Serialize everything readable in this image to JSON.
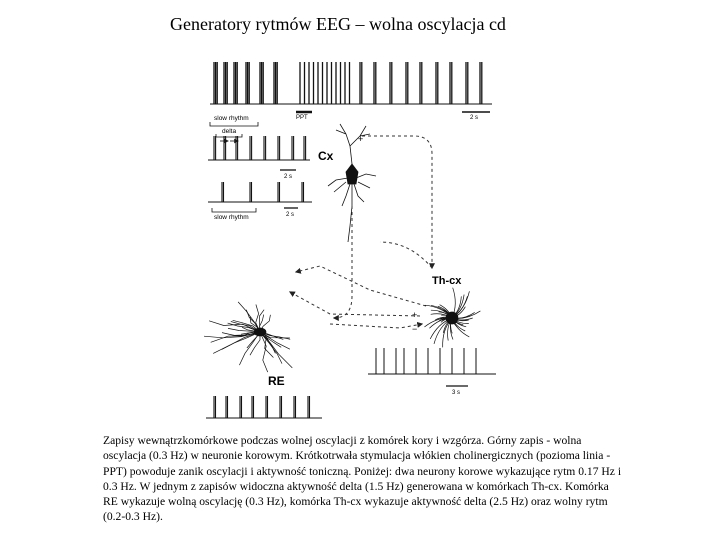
{
  "title": "Generatory rytmów EEG – wolna oscylacja cd",
  "figure": {
    "labels": {
      "ppt": "PPT",
      "scale_top": "2 s",
      "slow_rhythm_top": "slow rhythm",
      "delta": "delta",
      "scale_mid": "2 s",
      "cx": "Cx",
      "scale_lower": "2 s",
      "slow_rhythm_bottom": "slow rhythm",
      "thcx": "Th-cx",
      "re": "RE",
      "scale_th": "3 s",
      "plus": "+",
      "minus": "−"
    },
    "colors": {
      "ink": "#111111",
      "dashed": "#333333"
    }
  },
  "caption": "Zapisy wewnątrzkomórkowe podczas wolnej oscylacji z komórek kory i wzgórza. Górny zapis - wolna oscylacja (0.3 Hz) w neuronie korowym. Krótkotrwała stymulacja włókien cholinergicznych (pozioma linia - PPT) powoduje zanik oscylacji i aktywność toniczną. Poniżej: dwa neurony korowe wykazujące rytm 0.17 Hz i 0.3 Hz. W jednym z zapisów widoczna aktywność delta (1.5 Hz) generowana w komórkach Th-cx. Komórka RE wykazuje wolną oscylację (0.3 Hz), komórka Th-cx wykazuje aktywność delta (2.5 Hz) oraz wolny rytm (0.2-0.3 Hz)."
}
